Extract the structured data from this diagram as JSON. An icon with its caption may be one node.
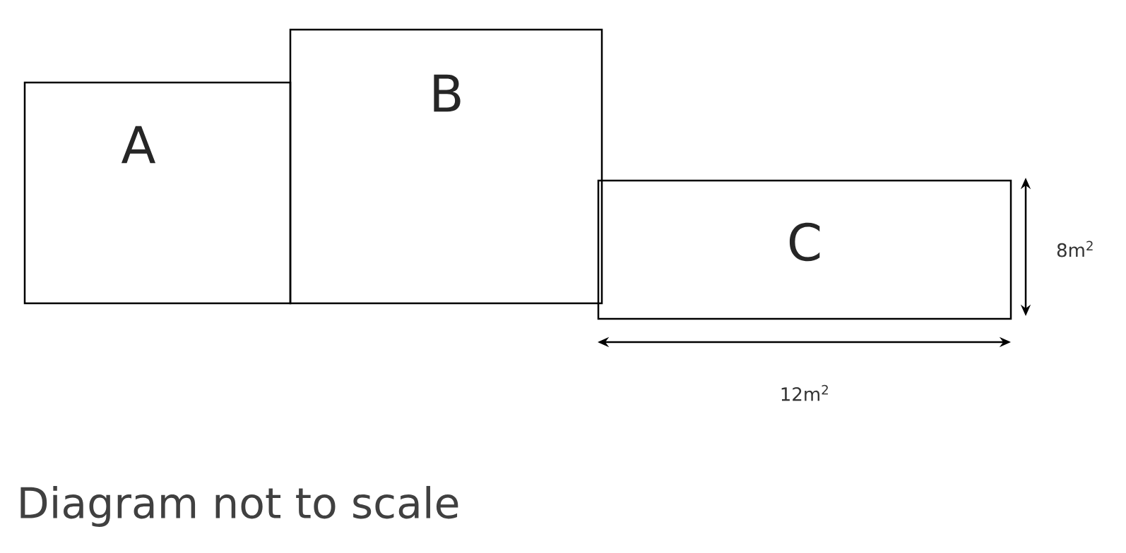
{
  "diagram": {
    "caption": "Diagram not to scale",
    "nodes": [
      {
        "text": [
          "A"
        ]
      },
      {
        "text": [
          "B"
        ]
      },
      {
        "text": [
          "C"
        ]
      }
    ],
    "labels": [
      "8m$^{2}$",
      "12m$^{2}$"
    ]
  }
}
